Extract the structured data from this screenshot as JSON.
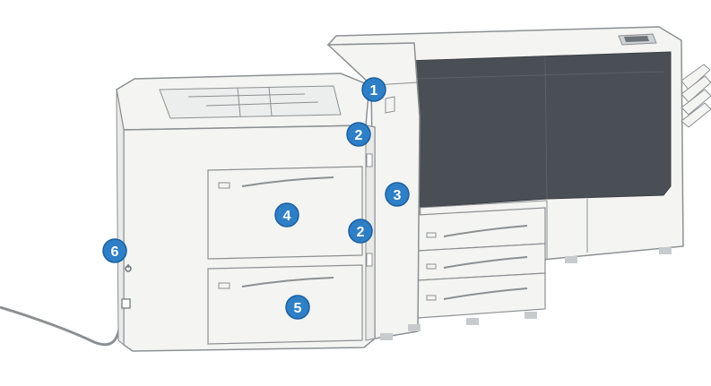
{
  "colors": {
    "body": "#f4f4f2",
    "outline": "#8c9093",
    "panel_dark": "#4a4f55",
    "callout_fill": "#2e7fc6",
    "callout_ring": "#1b5fa0",
    "callout_text": "#ffffff"
  },
  "callouts": [
    {
      "id": "c1",
      "label": "1"
    },
    {
      "id": "c2a",
      "label": "2"
    },
    {
      "id": "c3",
      "label": "3"
    },
    {
      "id": "c2b",
      "label": "2"
    },
    {
      "id": "c4",
      "label": "4"
    },
    {
      "id": "c5",
      "label": "5"
    },
    {
      "id": "c6",
      "label": "6"
    }
  ]
}
